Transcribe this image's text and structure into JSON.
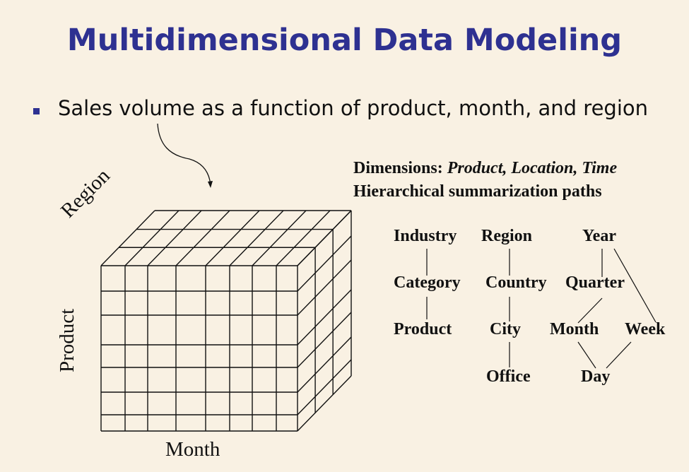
{
  "title": "Multidimensional Data Modeling",
  "bullet": "Sales volume as a function of product, month, and region",
  "dimensions": {
    "prefix": "Dimensions: ",
    "list": "Product, Location, Time"
  },
  "hierarchy_heading": "Hierarchical summarization paths",
  "hierarchies": {
    "product": [
      "Industry",
      "Category",
      "Product"
    ],
    "location": [
      "Region",
      "Country",
      "City",
      "Office"
    ],
    "time": {
      "year": "Year",
      "quarter": "Quarter",
      "month": "Month",
      "week": "Week",
      "day": "Day"
    }
  },
  "cube_axes": {
    "region": "Region",
    "product": "Product",
    "month": "Month"
  },
  "colors": {
    "title": "#2E3191",
    "background": "#F9F1E3",
    "bullet": "#2E3191"
  }
}
